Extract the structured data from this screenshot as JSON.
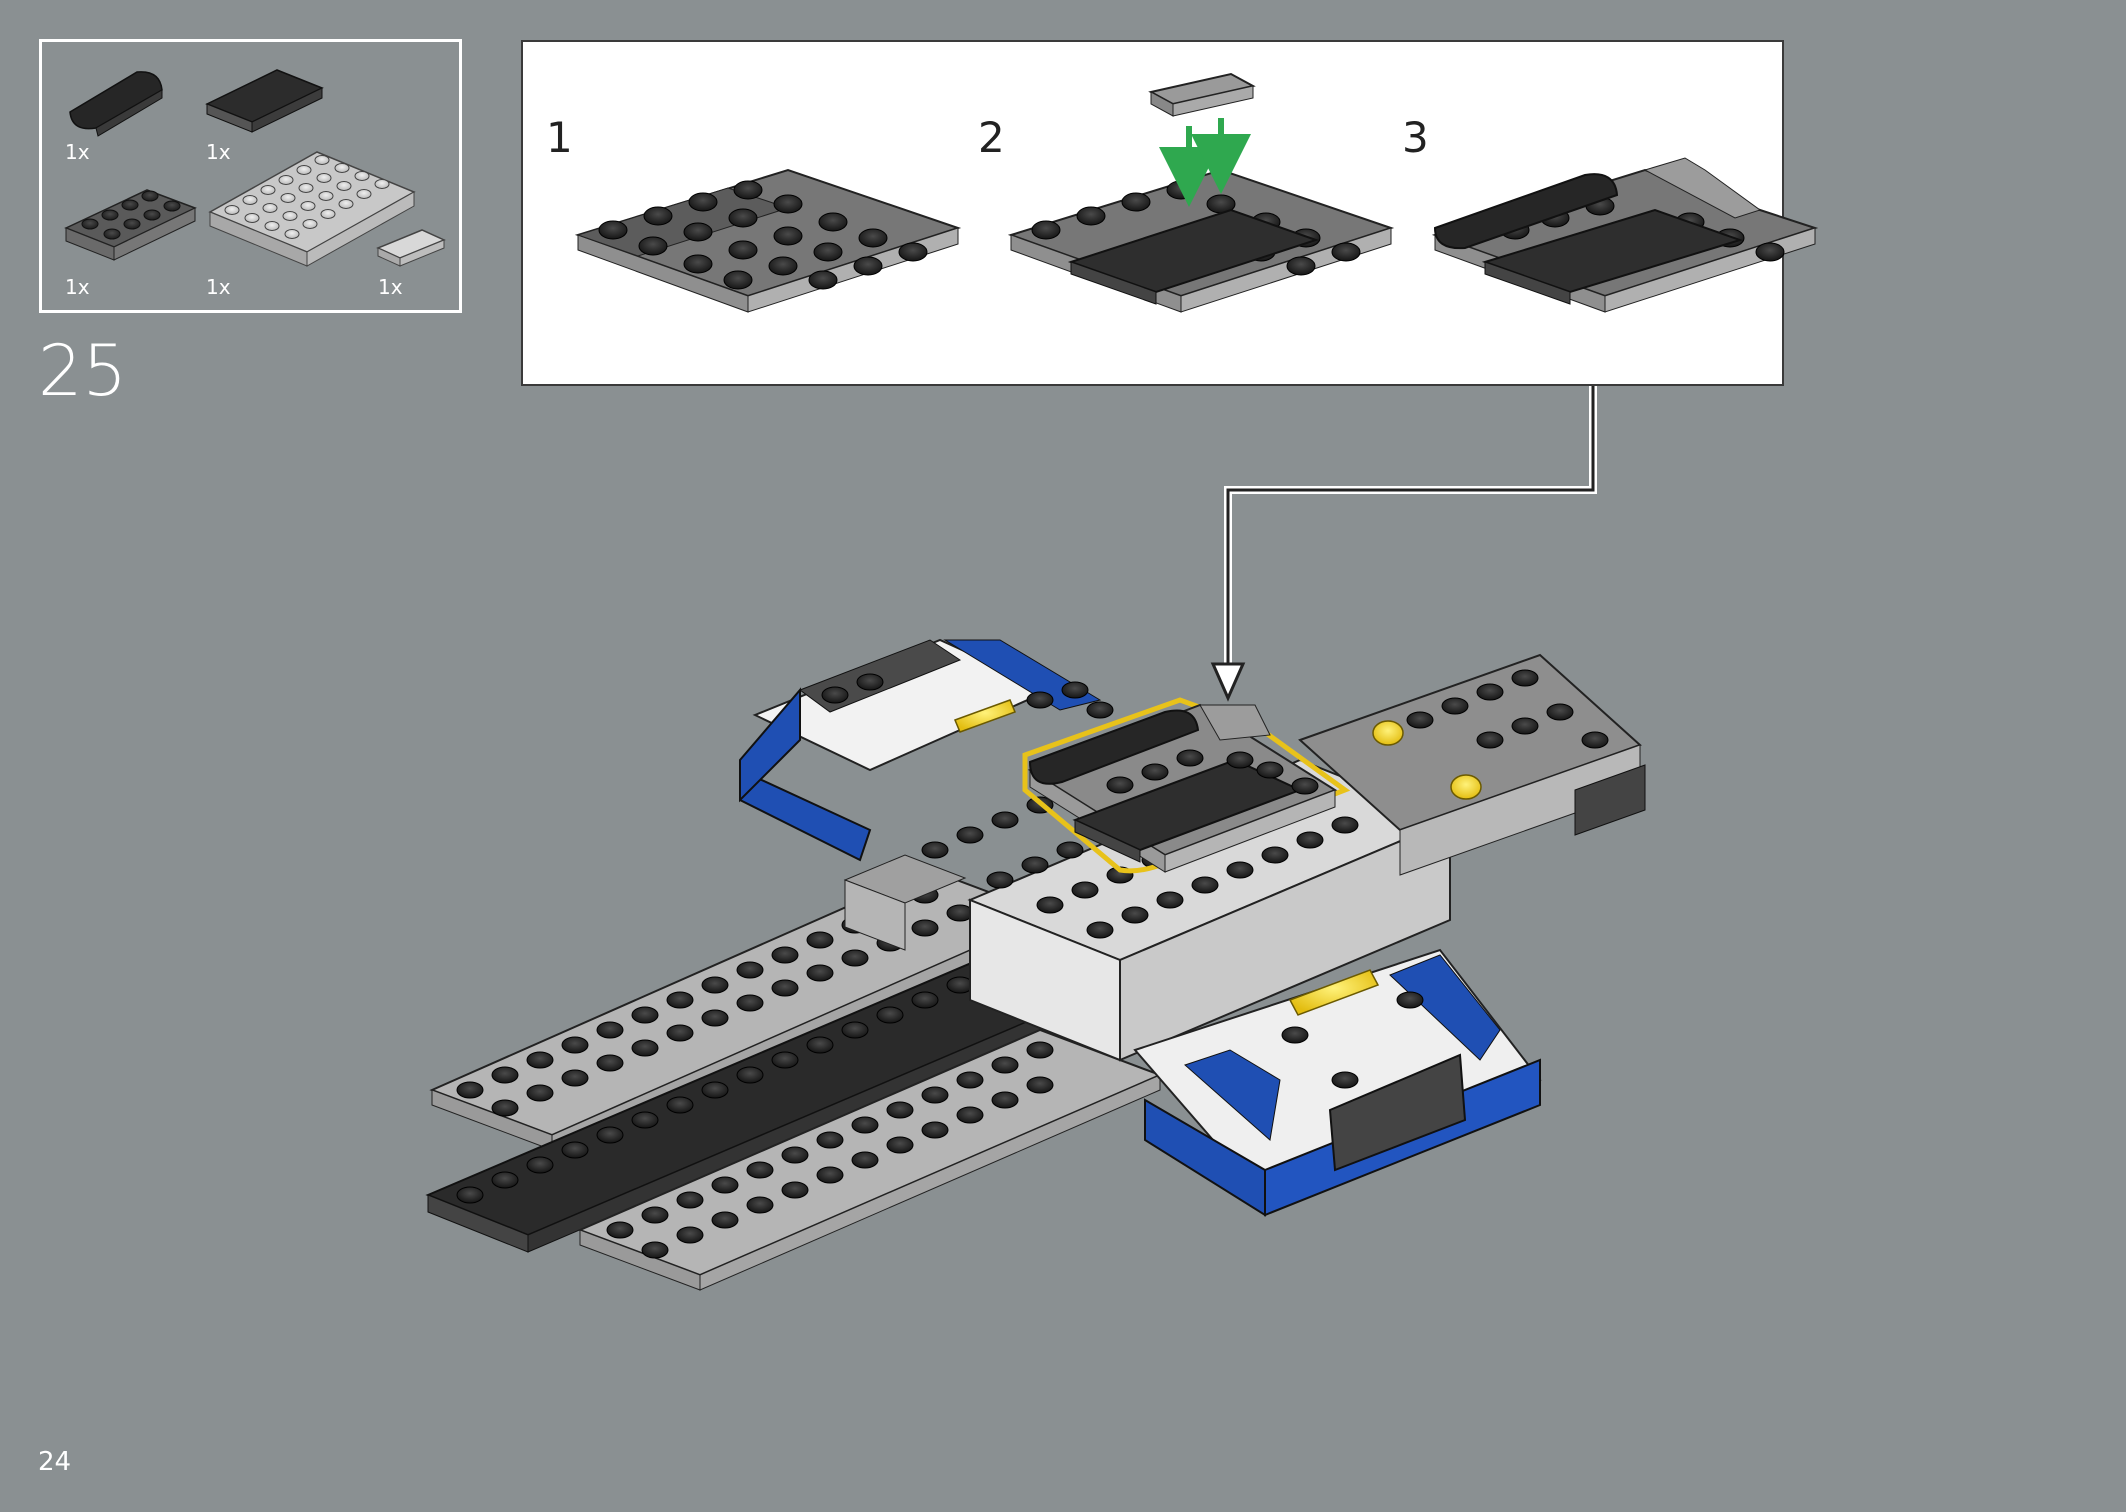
{
  "step": {
    "number": "25"
  },
  "page": {
    "number": "24"
  },
  "parts_list": [
    {
      "part": "curved-slope-dark-grey",
      "quantity": "1x"
    },
    {
      "part": "tile-dark-grey",
      "quantity": "1x"
    },
    {
      "part": "plate-dark-grey",
      "quantity": "1x"
    },
    {
      "part": "plate-light-grey",
      "quantity": "1x"
    },
    {
      "part": "tile-light-grey-small",
      "quantity": "1x"
    }
  ],
  "substeps": [
    {
      "label": "1"
    },
    {
      "label": "2"
    },
    {
      "label": "3"
    }
  ],
  "colors": {
    "background": "#8a9092",
    "highlight": "#e8c21a",
    "arrow_green": "#2fa84f",
    "blue": "#1f4fb3",
    "yellow": "#f3d21c"
  }
}
